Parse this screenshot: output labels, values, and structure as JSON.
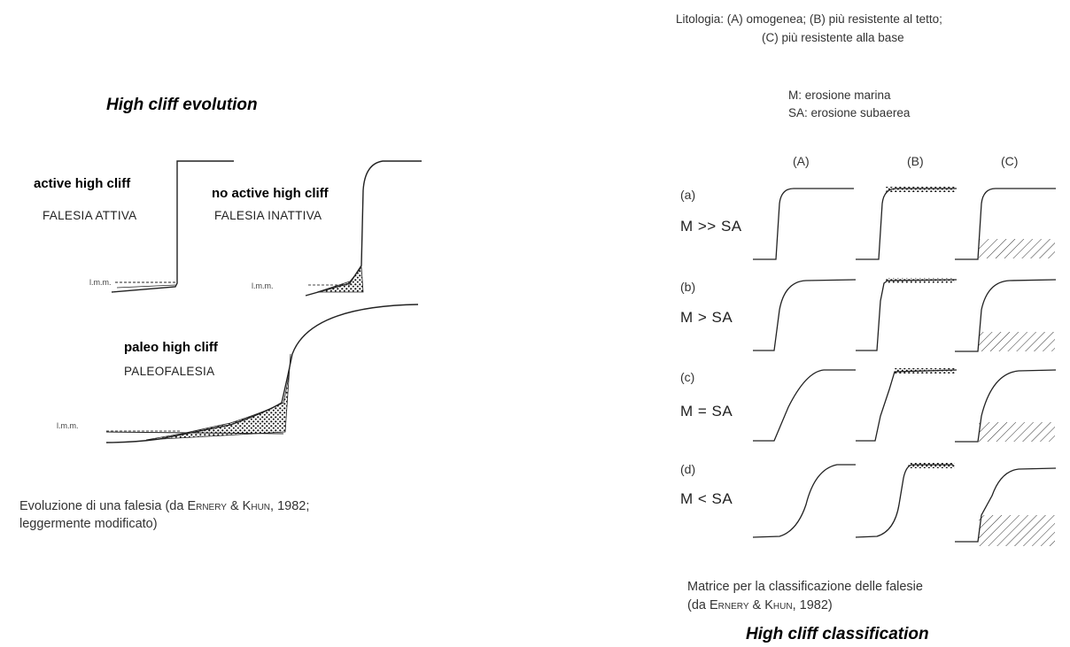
{
  "left": {
    "title": "High cliff evolution",
    "panels": [
      {
        "label": "active high cliff",
        "italian": "FALESIA ATTIVA",
        "sea_level": "l.m.m."
      },
      {
        "label": "no active high cliff",
        "italian": "FALESIA INATTIVA",
        "sea_level": "l.m.m."
      },
      {
        "label": "paleo high cliff",
        "italian": "PALEOFALESIA",
        "sea_level": "l.m.m."
      }
    ],
    "caption": {
      "prefix": "Evoluzione di una falesia (da ",
      "author1": "Ernery",
      "amp": " & ",
      "author2": "Khun",
      "suffix": ", 1982;",
      "line2": "leggermente modificato)"
    }
  },
  "right": {
    "lithology_line1": "Litologia: (A) omogenea; (B) più resistente al tetto;",
    "lithology_line2": "(C) più resistente alla base",
    "legend_m": "M: erosione marina",
    "legend_sa": "SA: erosione subaerea",
    "columns": [
      "(A)",
      "(B)",
      "(C)"
    ],
    "rows": [
      {
        "label": "(a)",
        "relation": "M >> SA"
      },
      {
        "label": "(b)",
        "relation": "M > SA"
      },
      {
        "label": "(c)",
        "relation": "M = SA"
      },
      {
        "label": "(d)",
        "relation": "M < SA"
      }
    ],
    "caption": {
      "line1": "Matrice per la classificazione delle falesie",
      "prefix": "(da ",
      "author1": "Ernery",
      "amp": " & ",
      "author2": "Khun",
      "suffix": ", 1982)"
    },
    "title": "High cliff classification"
  }
}
